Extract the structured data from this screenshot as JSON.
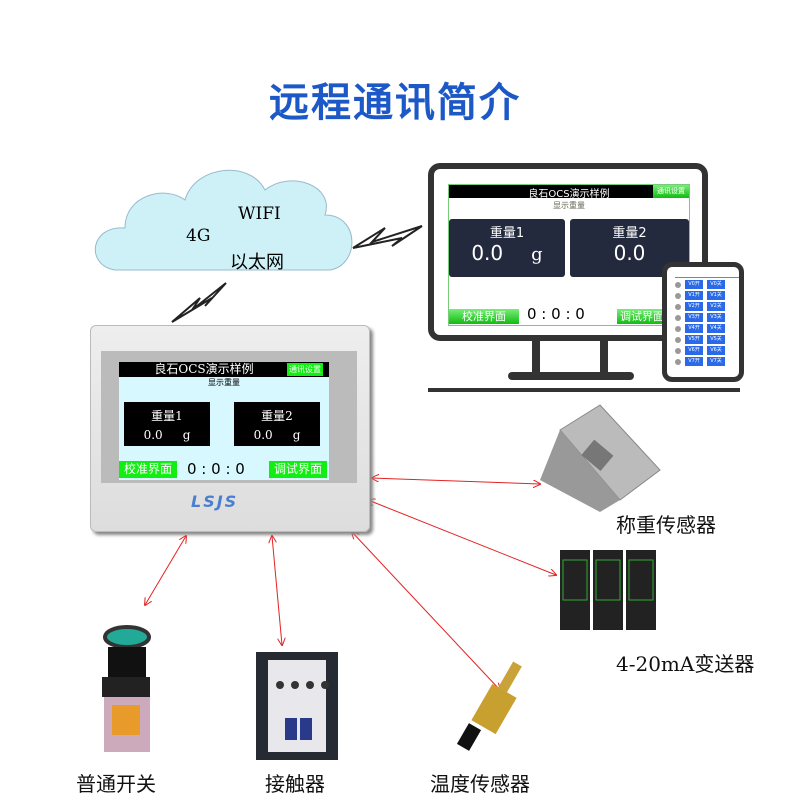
{
  "title": "远程通讯简介",
  "cloud": {
    "labels": [
      "WIFI",
      "4G",
      "以太网"
    ]
  },
  "screen": {
    "header": "良石OCS演示样例",
    "settings_button": "通讯设置",
    "subtitle": "显示重量",
    "weight1_label": "重量1",
    "weight2_label": "重量2",
    "weight1_value": "0.0",
    "weight2_value": "0.0",
    "unit": "g",
    "calibrate_button": "校准界面",
    "timer": "0 : 0 : 0",
    "debug_button": "调试界面"
  },
  "tablet": {
    "rows": [
      [
        "V0开",
        "V0关"
      ],
      [
        "V1开",
        "V1关"
      ],
      [
        "V2开",
        "V2关"
      ],
      [
        "V3开",
        "V3关"
      ],
      [
        "V4开",
        "V4关"
      ],
      [
        "V5开",
        "V5关"
      ],
      [
        "V6开",
        "V6关"
      ],
      [
        "V7开",
        "V7关"
      ]
    ]
  },
  "device": {
    "logo": "LSJS"
  },
  "peripherals": {
    "load_cell": "称重传感器",
    "transmitter": "4-20mA变送器",
    "switch": "普通开关",
    "contactor": "接触器",
    "temp_sensor": "温度传感器"
  },
  "colors": {
    "title": "#1c58c6",
    "arrow": "#e52222",
    "green": "#22dd22"
  }
}
